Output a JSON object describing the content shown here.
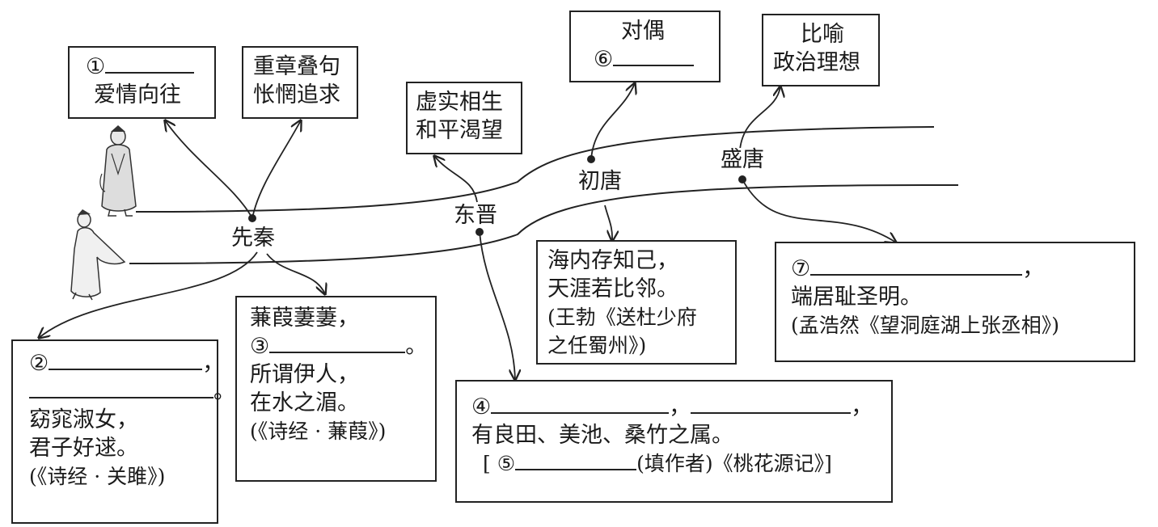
{
  "eras": {
    "xianqin": "先秦",
    "dongjin": "东晋",
    "chutang": "初唐",
    "shengtang": "盛唐"
  },
  "boxes": {
    "box1": {
      "num": "①",
      "line2": "爱情向往"
    },
    "box_xiqin_right": {
      "line1": "重章叠句",
      "line2": "怅惘追求"
    },
    "box_xushi": {
      "line1": "虚实相生",
      "line2": "和平渴望"
    },
    "box6": {
      "line1": "对偶",
      "num": "⑥"
    },
    "box_biyu": {
      "line1": "比喻",
      "line2": "政治理想"
    },
    "box2": {
      "num": "②",
      "comma": "，",
      "period": "。",
      "line3": "窈窕淑女，",
      "line4": "君子好逑。",
      "source": "(《诗经 · 关雎》)"
    },
    "box3": {
      "line1": "蒹葭萋萋，",
      "num": "③",
      "period": "。",
      "line3": "所谓伊人，",
      "line4": "在水之湄。",
      "source": "(《诗经 · 蒹葭》)"
    },
    "box_wangbo": {
      "line1": "海内存知己，",
      "line2": "天涯若比邻。",
      "line3": "(王勃《送杜少府",
      "line4": "之任蜀州》)"
    },
    "box7": {
      "num": "⑦",
      "comma": "，",
      "line2": "端居耻圣明。",
      "source": "(孟浩然《望洞庭湖上张丞相》)"
    },
    "box4": {
      "num": "④",
      "comma1": "，",
      "comma2": "，",
      "line2": "有良田、美池、桑竹之属。",
      "bracket_open": "[",
      "num5": "⑤",
      "fill_hint": "(填作者)《桃花源记》",
      "bracket_close": "]"
    }
  }
}
